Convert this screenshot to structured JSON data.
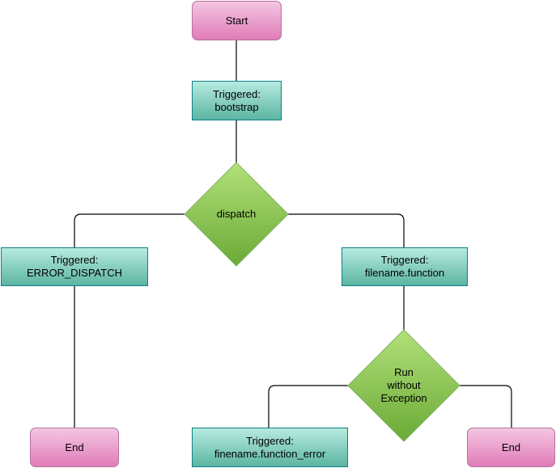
{
  "colors": {
    "terminal_top": "#f4c6e2",
    "terminal_bottom": "#e07cb8",
    "terminal_border": "#b5739d",
    "process_top": "#b7ebe0",
    "process_bottom": "#5cb5a2",
    "process_border": "#0e8088",
    "decision_top": "#b2e07a",
    "decision_bottom": "#6aaa36",
    "decision_border": "#82b366",
    "edge": "#000000"
  },
  "nodes": {
    "start": "Start",
    "bootstrap": "Triggered:\nbootstrap",
    "dispatch": "dispatch",
    "error_dispatch": "Triggered:\nERROR_DISPATCH",
    "filename_function": "Triggered:\nfilename.function",
    "end_left": "End",
    "run_without_exception": "Run\nwithout\nException",
    "function_error": "Triggered:\nfinename.function_error",
    "end_right": "End"
  }
}
